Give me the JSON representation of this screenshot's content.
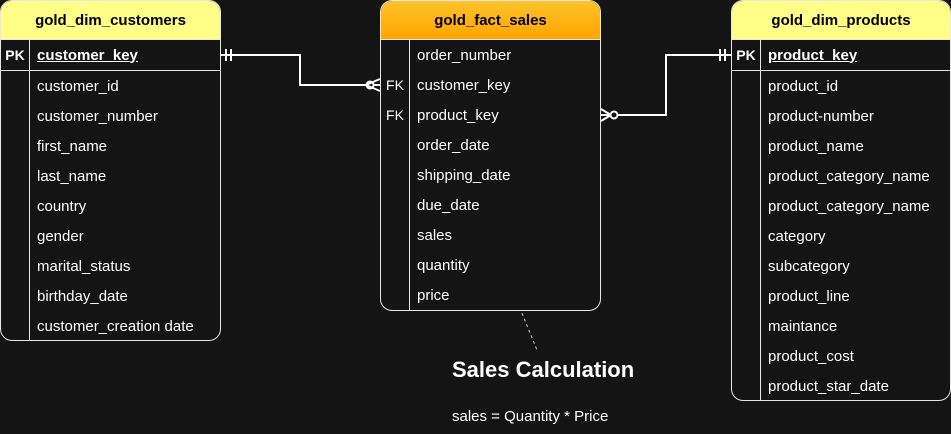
{
  "diagram": {
    "tables": {
      "customers": {
        "title": "gold_dim_customers",
        "header_color": "#ffff88",
        "pk": {
          "key": "PK",
          "name": "customer_key"
        },
        "fields": [
          {
            "key": "",
            "name": "customer_id"
          },
          {
            "key": "",
            "name": "customer_number"
          },
          {
            "key": "",
            "name": "first_name"
          },
          {
            "key": "",
            "name": "last_name"
          },
          {
            "key": "",
            "name": "country"
          },
          {
            "key": "",
            "name": "gender"
          },
          {
            "key": "",
            "name": "marital_status"
          },
          {
            "key": "",
            "name": "birthday_date"
          },
          {
            "key": "",
            "name": "customer_creation date"
          }
        ]
      },
      "sales": {
        "title": "gold_fact_sales",
        "header_color": "#ffa500",
        "fields": [
          {
            "key": "",
            "name": "order_number"
          },
          {
            "key": "FK",
            "name": "customer_key"
          },
          {
            "key": "FK",
            "name": "product_key"
          },
          {
            "key": "",
            "name": "order_date"
          },
          {
            "key": "",
            "name": "shipping_date"
          },
          {
            "key": "",
            "name": "due_date"
          },
          {
            "key": "",
            "name": "sales"
          },
          {
            "key": "",
            "name": "quantity"
          },
          {
            "key": "",
            "name": "price"
          }
        ]
      },
      "products": {
        "title": "gold_dim_products",
        "header_color": "#ffff88",
        "pk": {
          "key": "PK",
          "name": "product_key"
        },
        "fields": [
          {
            "key": "",
            "name": "product_id"
          },
          {
            "key": "",
            "name": "product-number"
          },
          {
            "key": "",
            "name": "product_name"
          },
          {
            "key": "",
            "name": "product_category_name"
          },
          {
            "key": "",
            "name": "product_category_name"
          },
          {
            "key": "",
            "name": "category"
          },
          {
            "key": "",
            "name": "subcategory"
          },
          {
            "key": "",
            "name": "product_line"
          },
          {
            "key": "",
            "name": "maintance"
          },
          {
            "key": "",
            "name": "product_cost"
          },
          {
            "key": "",
            "name": "product_star_date"
          }
        ]
      }
    },
    "note": {
      "title": "Sales Calculation",
      "text": "sales = Quantity * Price"
    }
  }
}
